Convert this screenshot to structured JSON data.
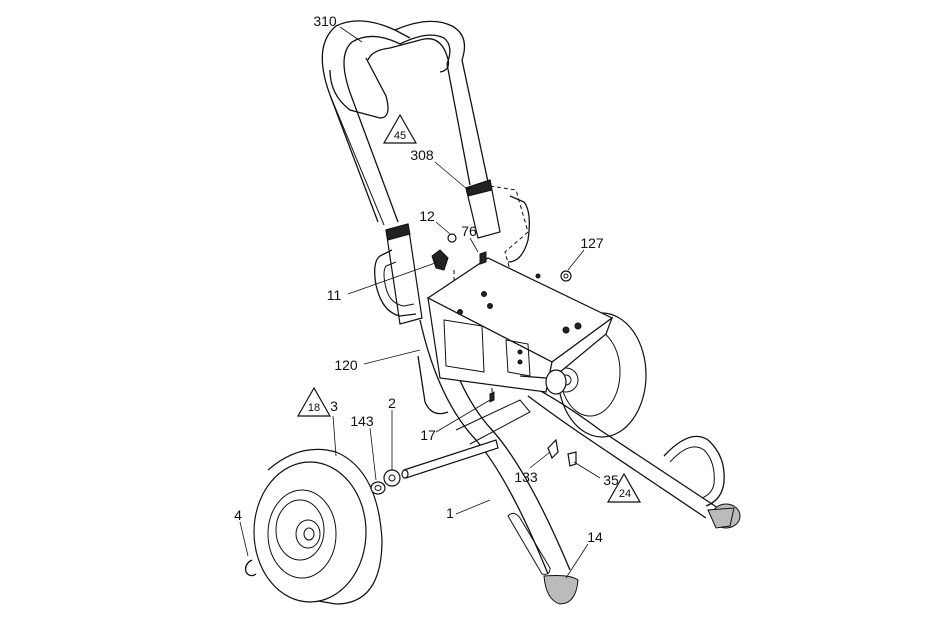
{
  "callouts": {
    "c310": "310",
    "c308": "308",
    "c12": "12",
    "c76": "76",
    "c127": "127",
    "c11": "11",
    "c120": "120",
    "c3": "3",
    "c143": "143",
    "c2": "2",
    "c17": "17",
    "c133": "133",
    "c35": "35",
    "c4": "4",
    "c1": "1",
    "c14": "14"
  },
  "warnings": {
    "w45": "45",
    "w18": "18",
    "w24": "24"
  }
}
